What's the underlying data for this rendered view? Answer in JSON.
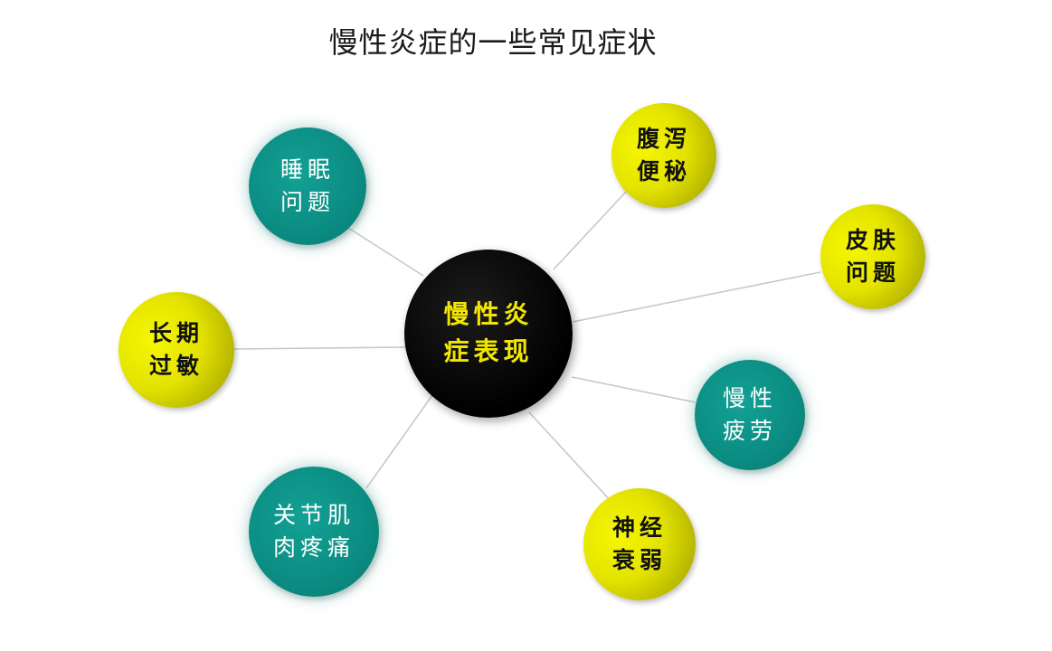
{
  "title": "慢性炎症的一些常见症状",
  "center": {
    "line1": "慢性炎",
    "line2": "症表现"
  },
  "nodes": {
    "sleep": {
      "line1": "睡眠",
      "line2": "问题"
    },
    "allergy": {
      "line1": "长期",
      "line2": "过敏"
    },
    "joint": {
      "line1": "关节肌",
      "line2": "肉疼痛"
    },
    "gut": {
      "line1": "腹泻",
      "line2": "便秘"
    },
    "skin": {
      "line1": "皮肤",
      "line2": "问题"
    },
    "fatigue": {
      "line1": "慢性",
      "line2": "疲劳"
    },
    "nerve": {
      "line1": "神经",
      "line2": "衰弱"
    }
  },
  "colors": {
    "center_fill": "#000000",
    "center_text": "#f2e600",
    "teal_node": "#0b8c82",
    "yellow_node": "#e3e300",
    "connector": "#c8c8c8"
  }
}
